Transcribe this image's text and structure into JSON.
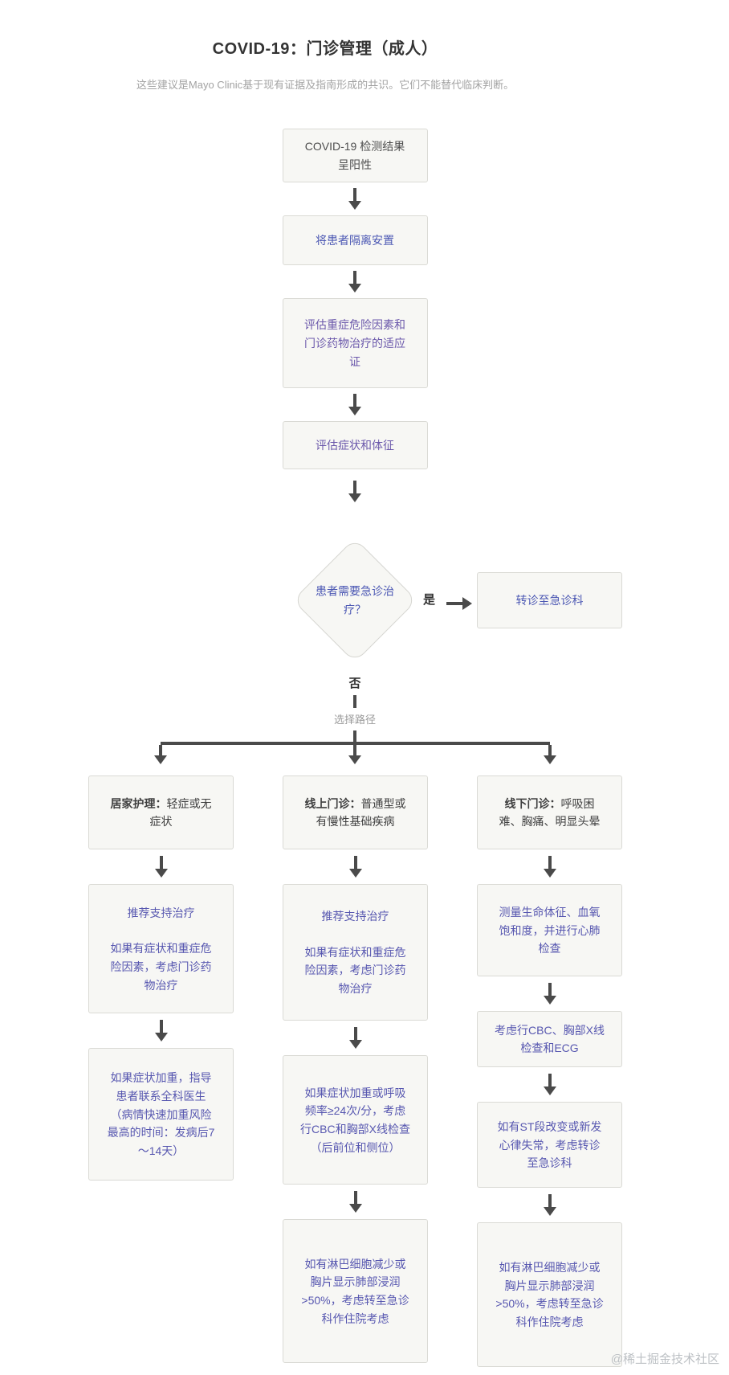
{
  "header": {
    "title": "COVID-19：门诊管理（成人）",
    "subtitle": "这些建议是Mayo Clinic基于现有证据及指南形成的共识。它们不能替代临床判断。"
  },
  "flow": {
    "test_positive": "COVID-19 检测结果呈阳性",
    "isolate": "将患者隔离安置",
    "assess_risk": "评估重症危险因素和门诊药物治疗的适应证",
    "assess_symptoms": "评估症状和体征",
    "decision": "患者需要急诊治疗？",
    "yes_label": "是",
    "refer_ed": "转诊至急诊科",
    "no_label": "否",
    "choose_path": "选择路径"
  },
  "branches": {
    "home": {
      "title_bold": "居家护理：",
      "title_rest": "轻症或无症状",
      "steps": [
        {
          "line1": "推荐支持治疗",
          "line2": "如果有症状和重症危险因素，考虑门诊药物治疗"
        },
        {
          "text": "如果症状加重，指导患者联系全科医生（病情快速加重风险最高的时间：发病后7～14天）"
        }
      ]
    },
    "online": {
      "title_bold": "线上门诊：",
      "title_rest": "普通型或有慢性基础疾病",
      "steps": [
        {
          "line1": "推荐支持治疗",
          "line2": "如果有症状和重症危险因素，考虑门诊药物治疗"
        },
        {
          "text": "如果症状加重或呼吸频率≥24次/分，考虑行CBC和胸部X线检查（后前位和侧位）"
        },
        {
          "text": "如有淋巴细胞减少或胸片显示肺部浸润>50%，考虑转至急诊科作住院考虑"
        }
      ]
    },
    "inperson": {
      "title_bold": "线下门诊：",
      "title_rest": "呼吸困难、胸痛、明显头晕",
      "steps": [
        {
          "text": "测量生命体征、血氧饱和度，并进行心肺检查"
        },
        {
          "text": "考虑行CBC、胸部X线检查和ECG"
        },
        {
          "text": "如有ST段改变或新发心律失常，考虑转诊至急诊科"
        },
        {
          "text": "如有淋巴细胞减少或胸片显示肺部浸润>50%，考虑转至急诊科作住院考虑"
        }
      ]
    }
  },
  "watermark": "@稀土掘金技术社区",
  "colors": {
    "link_blue": "#4b57b3",
    "link_violet": "#6b58ab",
    "arrow": "#4a4a4a",
    "node_bg": "#f7f7f4",
    "node_border": "#dadad5"
  }
}
